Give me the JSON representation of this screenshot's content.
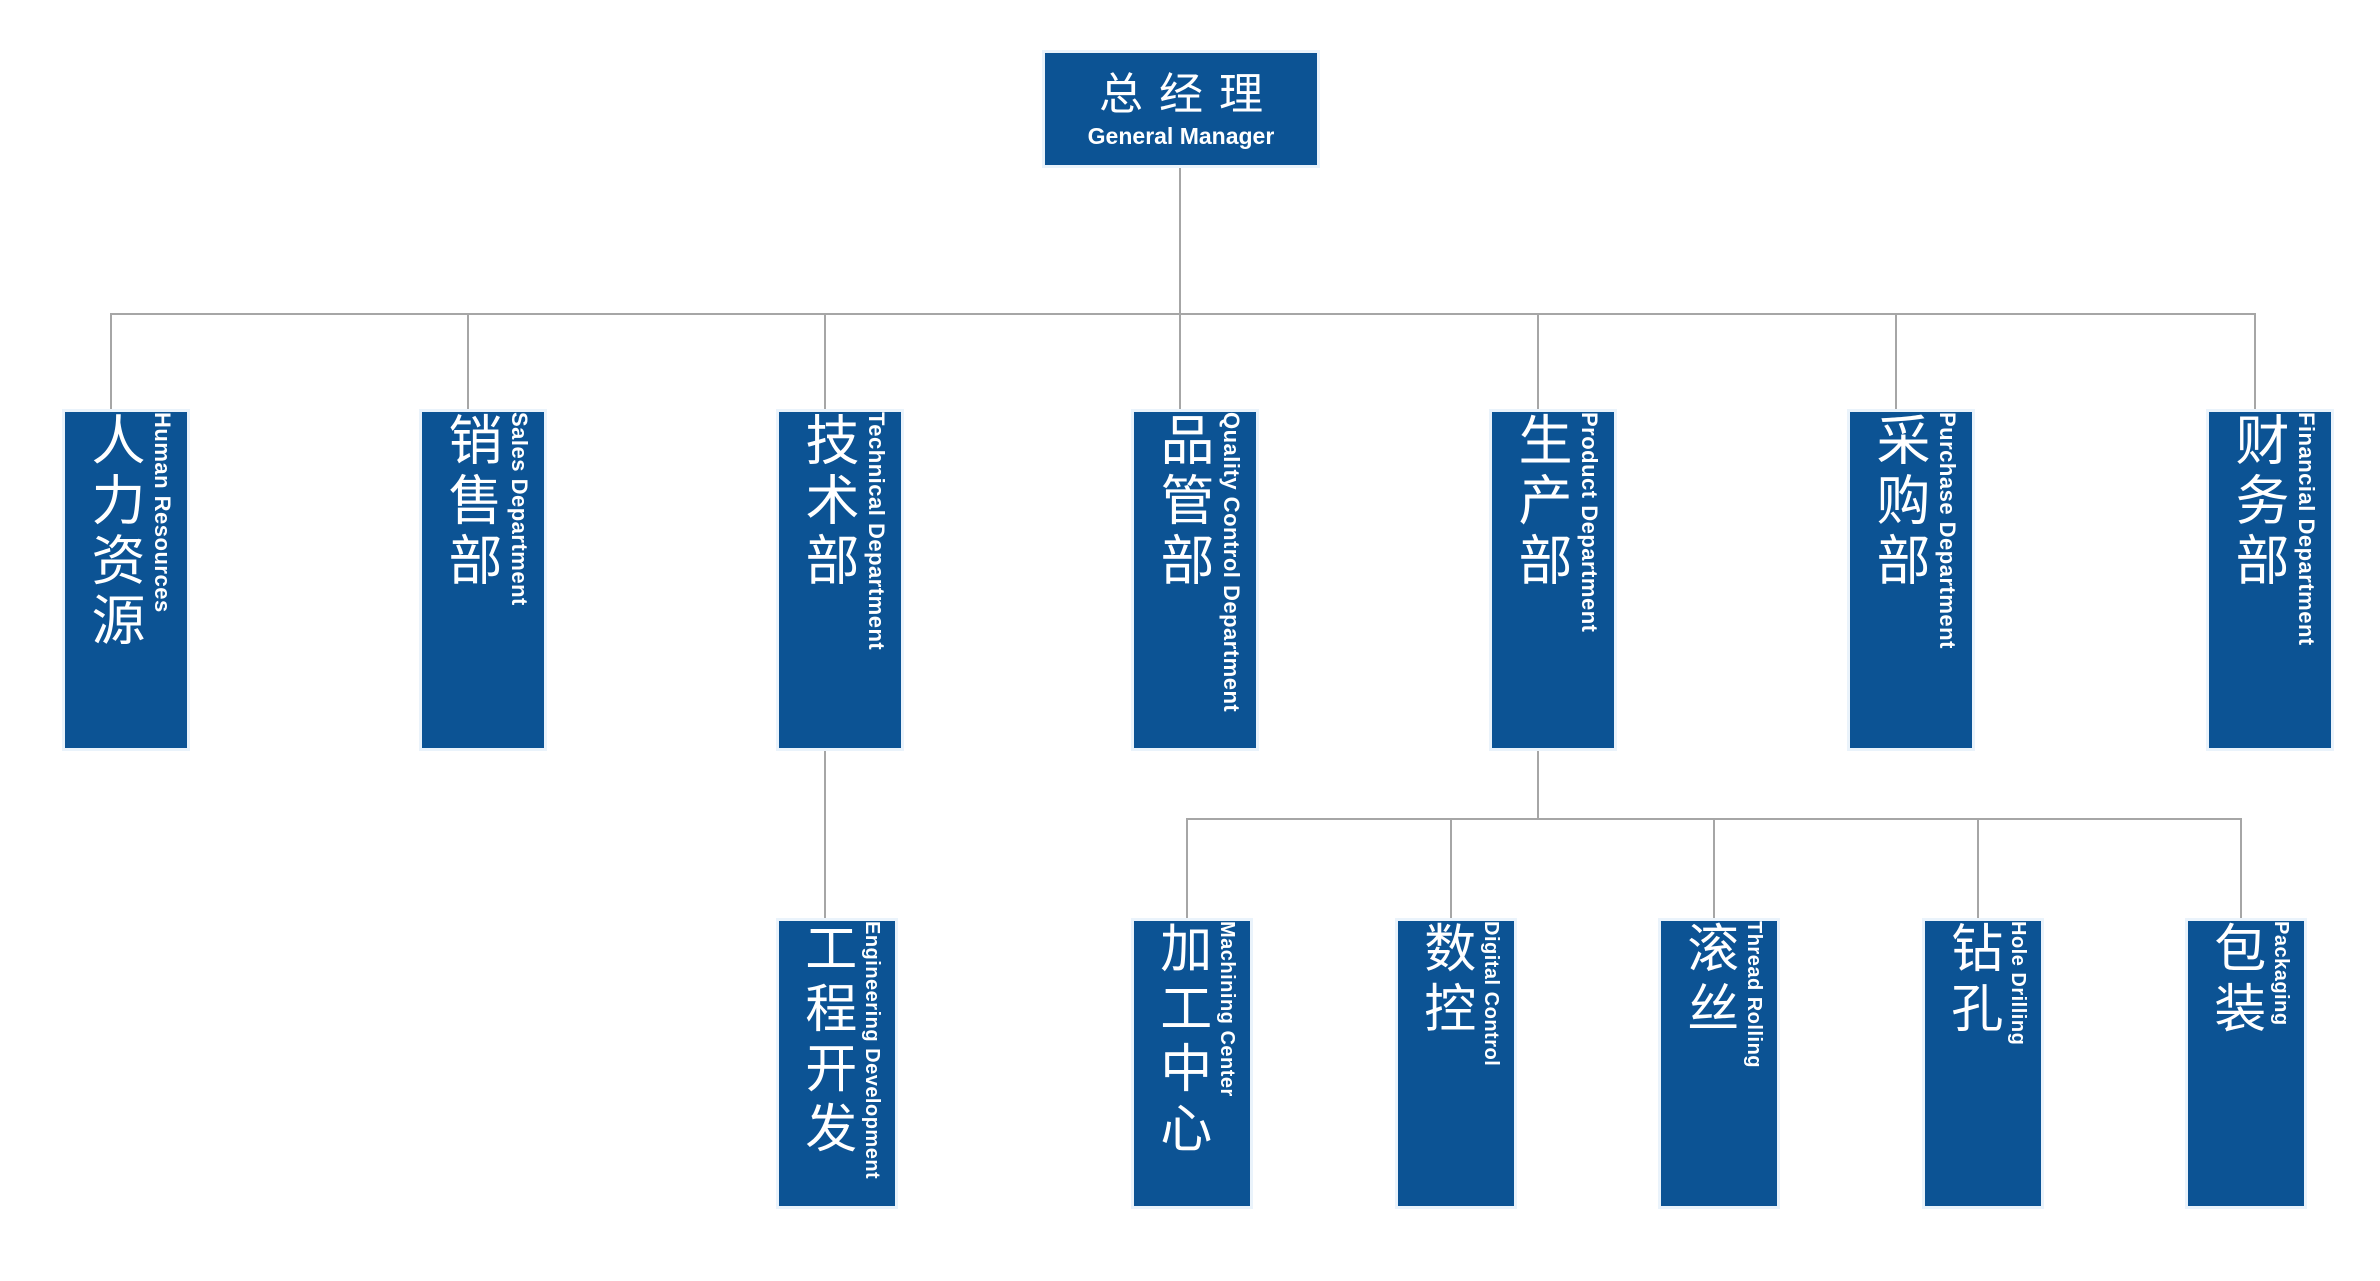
{
  "chart": {
    "title_node": {
      "cn": "总经理",
      "en": "General Manager"
    },
    "accent_color": "#0c5394",
    "line_color": "#a6a6a6",
    "text_color": "#ffffff",
    "background_color": "#ffffff",
    "departments": [
      {
        "cn": "人力资源",
        "en": "Human Resources"
      },
      {
        "cn": "销售部",
        "en": "Sales Department"
      },
      {
        "cn": "技术部",
        "en": "Technical Department"
      },
      {
        "cn": "品管部",
        "en": "Quality Control Department"
      },
      {
        "cn": "生产部",
        "en": "Product Department"
      },
      {
        "cn": "采购部",
        "en": "Purchase Department"
      },
      {
        "cn": "财务部",
        "en": "Financial Department"
      }
    ],
    "technical_children": [
      {
        "cn": "工程开发",
        "en": "Engineering Development"
      }
    ],
    "production_children": [
      {
        "cn": "加工中心",
        "en": "Machining Center"
      },
      {
        "cn": "数控",
        "en": "Digital Control"
      },
      {
        "cn": "滚丝",
        "en": "Thread Rolling"
      },
      {
        "cn": "钻孔",
        "en": "Hole Drilling"
      },
      {
        "cn": "包装",
        "en": "Packaging"
      }
    ]
  }
}
